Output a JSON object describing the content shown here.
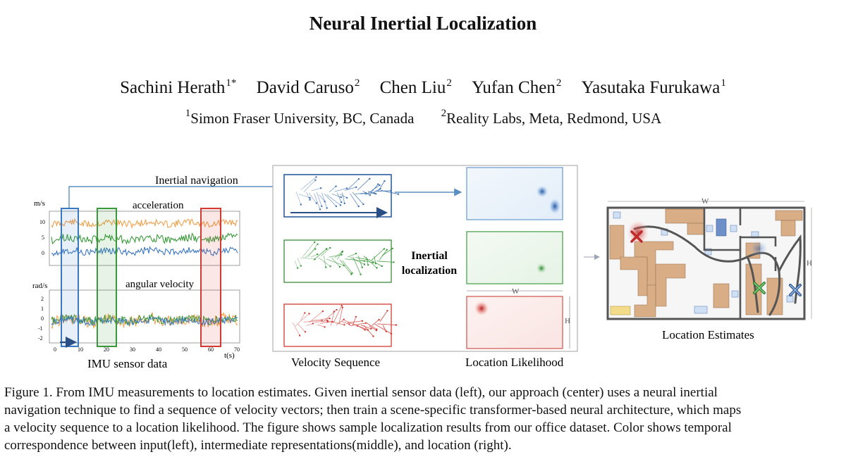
{
  "paper": {
    "title": "Neural Inertial Localization",
    "authors": [
      {
        "name": "Sachini Herath",
        "mark": "1*"
      },
      {
        "name": "David Caruso",
        "mark": "2"
      },
      {
        "name": "Chen Liu",
        "mark": "2"
      },
      {
        "name": "Yufan Chen",
        "mark": "2"
      },
      {
        "name": "Yasutaka Furukawa",
        "mark": "1"
      }
    ],
    "affiliations": [
      {
        "mark": "1",
        "text": "Simon Fraser University, BC, Canada"
      },
      {
        "mark": "2",
        "text": "Reality Labs, Meta, Redmond, USA"
      }
    ]
  },
  "figure": {
    "inertial_navigation_label": "Inertial navigation",
    "imu": {
      "accel_unit": "m/s",
      "accel_label": "acceleration",
      "accel_yticks": [
        "10",
        "5",
        "0"
      ],
      "gyro_unit": "rad/s",
      "gyro_label": "angular velocity",
      "gyro_yticks": [
        "2",
        "1",
        "0",
        "-1",
        "-2"
      ],
      "xticks": [
        "0",
        "10",
        "20",
        "30",
        "40",
        "50",
        "60",
        "70"
      ],
      "time_label": "t(s)",
      "caption": "IMU sensor data"
    },
    "velocity_caption": "Velocity Sequence",
    "center_label_line1": "Inertial",
    "center_label_line2": "localization",
    "likelihood_caption": "Location Likelihood",
    "dim_w": "W",
    "dim_h": "H",
    "estimates_caption": "Location Estimates",
    "colors": {
      "blue": "#3b78c2",
      "green": "#3a9a3a",
      "red": "#d23a32",
      "orange": "#f0a04a",
      "frame": "#aaaaaa"
    }
  },
  "caption_lines": [
    "Figure 1.  From IMU measurements to location estimates.  Given inertial sensor data (left), our approach (center) uses a neural inertial",
    "navigation technique to find a sequence of velocity vectors; then train a scene-specific transformer-based neural architecture, which maps",
    "a velocity sequence to a location likelihood.  The figure shows sample localization results from our office dataset.  Color shows temporal",
    "correspondence between input(left), intermediate representations(middle), and location (right)."
  ]
}
